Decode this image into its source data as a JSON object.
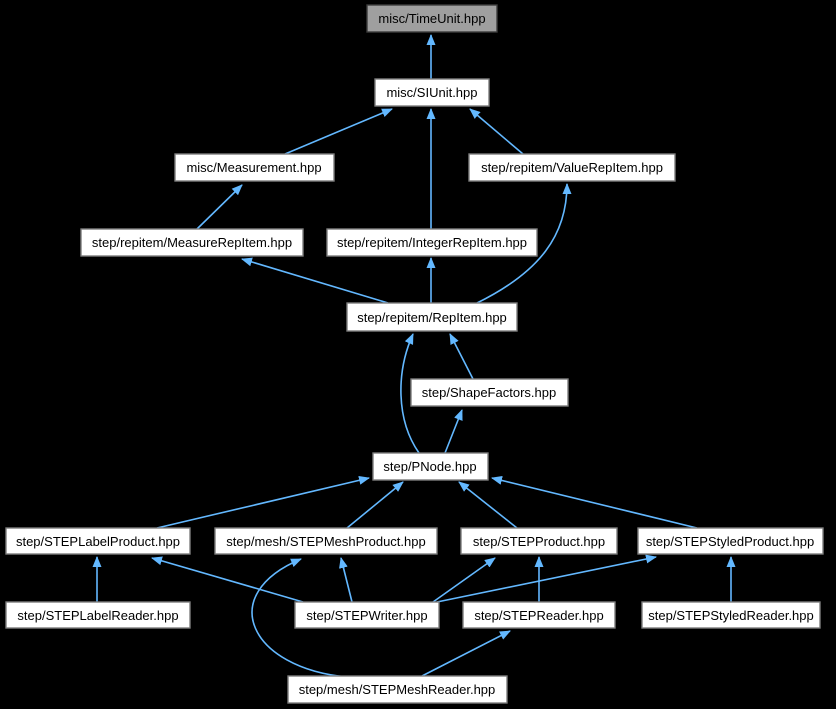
{
  "graph": {
    "type": "include-dependency-graph",
    "colors": {
      "background": "#000000",
      "edge": "#63B8FF",
      "node_fill": "#FFFFFF",
      "node_border": "#7D7D7D",
      "root_node_fill": "#9F9F9F",
      "root_node_border": "#3D3D3D",
      "label_text": "#000000"
    },
    "nodes": [
      {
        "id": "misc-timeunit",
        "label": "misc/TimeUnit.hpp"
      },
      {
        "id": "misc-siunit",
        "label": "misc/SIUnit.hpp"
      },
      {
        "id": "misc-measurement",
        "label": "misc/Measurement.hpp"
      },
      {
        "id": "valuerepitem",
        "label": "step/repitem/ValueRepItem.hpp"
      },
      {
        "id": "measurerepitem",
        "label": "step/repitem/MeasureRepItem.hpp"
      },
      {
        "id": "integerrepitem",
        "label": "step/repitem/IntegerRepItem.hpp"
      },
      {
        "id": "repitem",
        "label": "step/repitem/RepItem.hpp"
      },
      {
        "id": "shapefactors",
        "label": "step/ShapeFactors.hpp"
      },
      {
        "id": "pnode",
        "label": "step/PNode.hpp"
      },
      {
        "id": "steplabelproduct",
        "label": "step/STEPLabelProduct.hpp"
      },
      {
        "id": "stepmeshproduct",
        "label": "step/mesh/STEPMeshProduct.hpp"
      },
      {
        "id": "stepproduct",
        "label": "step/STEPProduct.hpp"
      },
      {
        "id": "stepstyledproduct",
        "label": "step/STEPStyledProduct.hpp"
      },
      {
        "id": "steplabelreader",
        "label": "step/STEPLabelReader.hpp"
      },
      {
        "id": "stepwriter",
        "label": "step/STEPWriter.hpp"
      },
      {
        "id": "stepreader",
        "label": "step/STEPReader.hpp"
      },
      {
        "id": "stepstyledreader",
        "label": "step/STEPStyledReader.hpp"
      },
      {
        "id": "stepmeshreader",
        "label": "step/mesh/STEPMeshReader.hpp"
      }
    ],
    "edges": [
      {
        "from": "misc-siunit",
        "to": "misc-timeunit"
      },
      {
        "from": "misc-measurement",
        "to": "misc-siunit"
      },
      {
        "from": "integerrepitem",
        "to": "misc-siunit"
      },
      {
        "from": "valuerepitem",
        "to": "misc-siunit"
      },
      {
        "from": "measurerepitem",
        "to": "misc-measurement"
      },
      {
        "from": "repitem",
        "to": "measurerepitem"
      },
      {
        "from": "repitem",
        "to": "integerrepitem"
      },
      {
        "from": "repitem",
        "to": "valuerepitem"
      },
      {
        "from": "shapefactors",
        "to": "repitem"
      },
      {
        "from": "pnode",
        "to": "repitem"
      },
      {
        "from": "pnode",
        "to": "shapefactors"
      },
      {
        "from": "steplabelproduct",
        "to": "pnode"
      },
      {
        "from": "stepmeshproduct",
        "to": "pnode"
      },
      {
        "from": "stepproduct",
        "to": "pnode"
      },
      {
        "from": "stepstyledproduct",
        "to": "pnode"
      },
      {
        "from": "steplabelreader",
        "to": "steplabelproduct"
      },
      {
        "from": "stepwriter",
        "to": "steplabelproduct"
      },
      {
        "from": "stepwriter",
        "to": "stepmeshproduct"
      },
      {
        "from": "stepwriter",
        "to": "stepproduct"
      },
      {
        "from": "stepwriter",
        "to": "stepstyledproduct"
      },
      {
        "from": "stepreader",
        "to": "stepproduct"
      },
      {
        "from": "stepstyledreader",
        "to": "stepstyledproduct"
      },
      {
        "from": "stepmeshreader",
        "to": "stepmeshproduct"
      },
      {
        "from": "stepmeshreader",
        "to": "stepreader"
      }
    ]
  }
}
